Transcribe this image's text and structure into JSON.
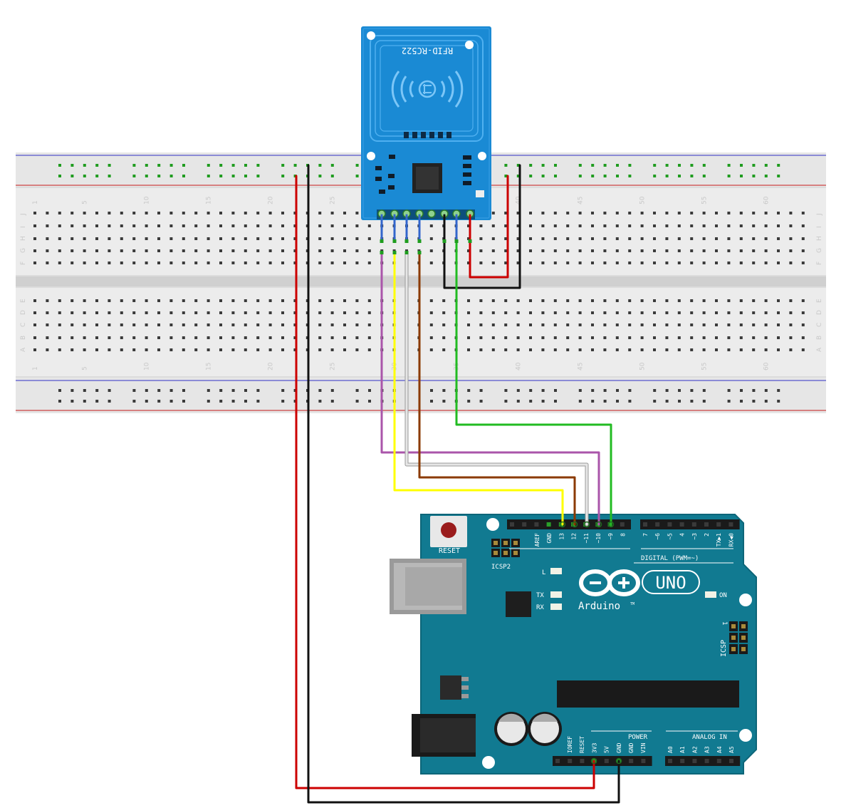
{
  "breadboard": {
    "column_numbers": [
      "1",
      "5",
      "10",
      "15",
      "20",
      "25",
      "30",
      "35",
      "40",
      "45",
      "50",
      "55",
      "60"
    ],
    "top_row_letters": [
      "J",
      "I",
      "H",
      "G",
      "F"
    ],
    "bottom_row_letters": [
      "E",
      "D",
      "C",
      "B",
      "A"
    ]
  },
  "rfid": {
    "label": "RFID-RC522"
  },
  "arduino": {
    "reset_label": "RESET",
    "icsp2_label": "ICSP2",
    "icsp_label": "ICSP",
    "icsp_pin1": "1",
    "l_label": "L",
    "tx_label": "TX",
    "rx_label": "RX",
    "on_label": "ON",
    "digital_label": "DIGITAL (PWM=~)",
    "brand_label": "Arduino",
    "brand_tm": "TM",
    "model_label": "UNO",
    "power_label": "POWER",
    "analog_label": "ANALOG IN",
    "digital_pins_left": [
      "AREF",
      "GND",
      "13",
      "12",
      "~11",
      "~10",
      "~9",
      "8"
    ],
    "digital_pins_right": [
      "7",
      "~6",
      "~5",
      "4",
      "~3",
      "2",
      "TX▶1",
      "RX◀0"
    ],
    "power_pins": [
      "IOREF",
      "RESET",
      "3V3",
      "5V",
      "GND",
      "GND",
      "VIN"
    ],
    "analog_pins": [
      "A0",
      "A1",
      "A2",
      "A3",
      "A4",
      "A5"
    ]
  },
  "wire_colors": {
    "power": "#cc0000",
    "ground": "#111111",
    "sda": "#ffff00",
    "sck": "#8b3a00",
    "mosi": "#e6e6e6",
    "miso": "#aa55aa",
    "rst": "#22bb22"
  }
}
